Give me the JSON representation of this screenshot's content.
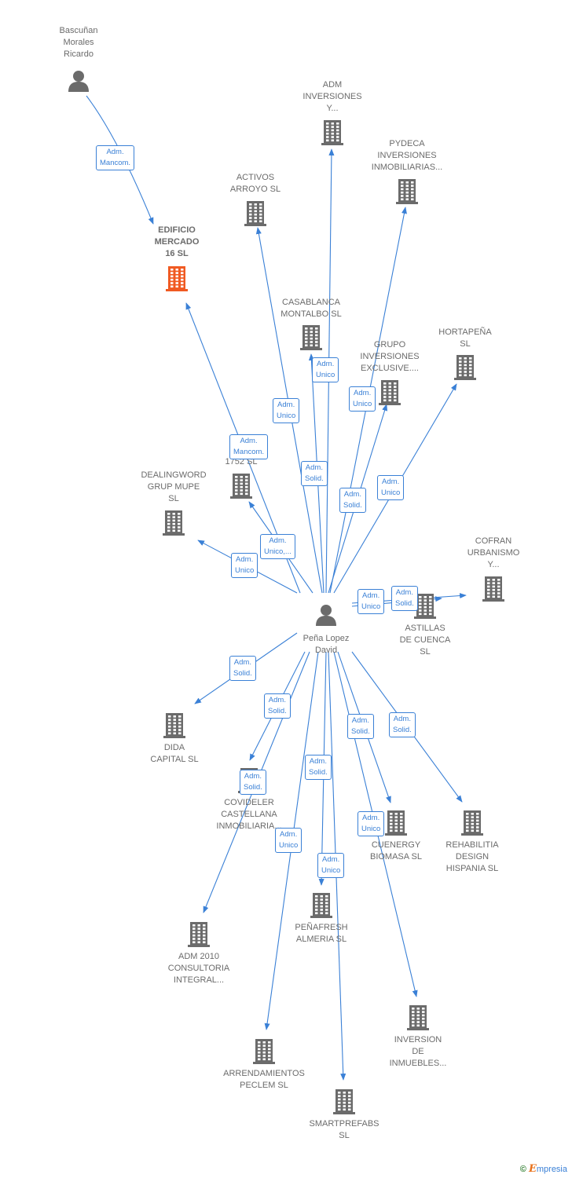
{
  "colors": {
    "edge": "#3a80d6",
    "node": "#6b6b6b",
    "focus": "#f05a22"
  },
  "people": [
    {
      "id": "bascunan",
      "label": "Bascuñan\nMorales\nRicardo"
    },
    {
      "id": "pena",
      "label": "Peña Lopez\nDavid"
    }
  ],
  "companies": [
    {
      "id": "edificio",
      "label": "EDIFICIO\nMERCADO\n16  SL",
      "focus": true
    },
    {
      "id": "adm_inv",
      "label": "ADM\nINVERSIONES\nY..."
    },
    {
      "id": "pydeca",
      "label": "PYDECA\nINVERSIONES\nINMOBILIARIAS..."
    },
    {
      "id": "activos",
      "label": "ACTIVOS\nARROYO  SL"
    },
    {
      "id": "casablanca",
      "label": "CASABLANCA\nMONTALBO  SL"
    },
    {
      "id": "grupo",
      "label": "GRUPO\nINVERSIONES\nEXCLUSIVE...."
    },
    {
      "id": "hortapena",
      "label": "HORTAPEÑA\nSL"
    },
    {
      "id": "c1752",
      "label": "C...\nMA...\n1752  SL"
    },
    {
      "id": "dealing",
      "label": "DEALINGWORD\nGRUP MUPE\nSL"
    },
    {
      "id": "cofran",
      "label": "COFRAN\nURBANISMO\nY..."
    },
    {
      "id": "astillas",
      "label": "ASTILLAS\nDE CUENCA\nSL"
    },
    {
      "id": "dida",
      "label": "DIDA\nCAPITAL  SL"
    },
    {
      "id": "covideler",
      "label": "COVIDELER\nCASTELLANA\nINMOBILIARIA..."
    },
    {
      "id": "cuenergy",
      "label": "CUENERGY\nBIOMASA  SL"
    },
    {
      "id": "rehab",
      "label": "REHABILITIA\nDESIGN\nHISPANIA  SL"
    },
    {
      "id": "adm2010",
      "label": "ADM 2010\nCONSULTORIA\nINTEGRAL..."
    },
    {
      "id": "penafresh",
      "label": "PEÑAFRESH\nALMERIA  SL"
    },
    {
      "id": "inversion",
      "label": "INVERSION\nDE\nINMUEBLES..."
    },
    {
      "id": "arrend",
      "label": "ARRENDAMIENTOS\nPECLEM  SL"
    },
    {
      "id": "smart",
      "label": "SMARTPREFABS\nSL"
    }
  ],
  "relations": [
    {
      "from": "bascunan",
      "to": "edificio",
      "label": "Adm.\nMancom."
    },
    {
      "from": "pena",
      "to": "edificio",
      "label": "Adm.\nMancom."
    },
    {
      "from": "pena",
      "to": "adm_inv",
      "label": "Adm.\nUnico"
    },
    {
      "from": "pena",
      "to": "pydeca",
      "label": "Adm.\nSolid."
    },
    {
      "from": "pena",
      "to": "activos",
      "label": "Adm.\nUnico"
    },
    {
      "from": "pena",
      "to": "casablanca",
      "label": "Adm.\nSolid."
    },
    {
      "from": "pena",
      "to": "grupo",
      "label": "Adm.\nUnico"
    },
    {
      "from": "pena",
      "to": "hortapena",
      "label": "Adm.\nUnico"
    },
    {
      "from": "pena",
      "to": "c1752",
      "label": "Adm.\nUnico,..."
    },
    {
      "from": "pena",
      "to": "dealing",
      "label": "Adm.\nUnico"
    },
    {
      "from": "pena",
      "to": "cofran",
      "label": "Adm.\nUnico"
    },
    {
      "from": "pena",
      "to": "astillas",
      "label": "Adm.\nSolid."
    },
    {
      "from": "pena",
      "to": "dida",
      "label": "Adm.\nSolid."
    },
    {
      "from": "pena",
      "to": "covideler",
      "label": "Adm.\nSolid."
    },
    {
      "from": "pena",
      "to": "cuenergy",
      "label": "Adm.\nSolid."
    },
    {
      "from": "pena",
      "to": "rehab",
      "label": "Adm.\nSolid."
    },
    {
      "from": "pena",
      "to": "adm2010",
      "label": "Adm.\nSolid."
    },
    {
      "from": "pena",
      "to": "penafresh",
      "label": "Adm.\nSolid."
    },
    {
      "from": "pena",
      "to": "inversion",
      "label": "Adm.\nUnico"
    },
    {
      "from": "pena",
      "to": "arrend",
      "label": "Adm.\nUnico"
    },
    {
      "from": "pena",
      "to": "smart",
      "label": "Adm.\nUnico"
    }
  ],
  "brand": {
    "copyright": "©",
    "name": "mpresia",
    "initial": "E"
  }
}
